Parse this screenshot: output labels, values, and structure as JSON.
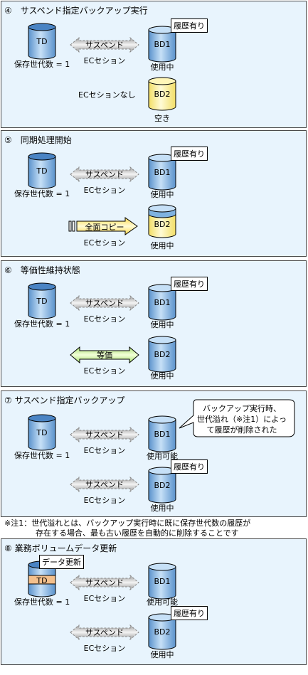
{
  "panels": [
    {
      "title": "④　サスペンド指定バックアップ実行",
      "td": {
        "label": "TD",
        "gen": "保存世代数 = 1"
      },
      "arrow1": {
        "text": "サスペンド",
        "sub": "ECセション"
      },
      "bd1": {
        "label": "BD1",
        "status": "使用中",
        "callout": "履歴有り"
      },
      "mid_text": "ECセションなし",
      "bd2": {
        "label": "BD2",
        "status": "空き"
      }
    },
    {
      "title": "⑤　同期処理開始",
      "td": {
        "label": "TD",
        "gen": "保存世代数 = 1"
      },
      "arrow1": {
        "text": "サスペンド",
        "sub": "ECセション"
      },
      "bd1": {
        "label": "BD1",
        "status": "使用中",
        "callout": "履歴有り"
      },
      "arrow2": {
        "text": "全面コピー",
        "sub": "ECセション"
      },
      "bd2": {
        "label": "BD2",
        "status": "使用中"
      }
    },
    {
      "title": "⑥　等価性維持状態",
      "td": {
        "label": "TD",
        "gen": "保存世代数 = 1"
      },
      "arrow1": {
        "text": "サスペンド",
        "sub": "ECセション"
      },
      "bd1": {
        "label": "BD1",
        "status": "使用中",
        "callout": "履歴有り"
      },
      "arrow2": {
        "text": "等価",
        "sub": "ECセション"
      },
      "bd2": {
        "label": "BD2",
        "status": "使用中"
      }
    },
    {
      "title": "⑦ サスペンド指定バックアップ",
      "td": {
        "label": "TD",
        "gen": "保存世代数 = 1"
      },
      "arrow1": {
        "text": "サスペンド",
        "sub": "ECセション"
      },
      "bd1": {
        "label": "BD1",
        "status": "使用可能"
      },
      "bubble": [
        "バックアップ実行時、",
        "世代溢れ（※注1）によっ",
        "て履歴が削除された"
      ],
      "arrow2": {
        "text": "サスペンド",
        "sub": "ECセション"
      },
      "bd2": {
        "label": "BD2",
        "status": "使用中",
        "callout": "履歴有り"
      }
    },
    {
      "title": "⑧ 業務ボリュームデータ更新",
      "td": {
        "label": "TD",
        "gen": "保存世代数 = 1",
        "callout": "データ更新"
      },
      "arrow1": {
        "text": "サスペンド",
        "sub": "ECセション"
      },
      "bd1": {
        "label": "BD1",
        "status": "使用可能"
      },
      "arrow2": {
        "text": "サスペンド",
        "sub": "ECセション"
      },
      "bd2": {
        "label": "BD2",
        "status": "使用中",
        "callout": "履歴有り"
      }
    }
  ],
  "note": [
    "※注1：世代溢れとは、バックアップ実行時に既に保存世代数の履歴が",
    "　　　　存在する場合、最も古い履歴を自動的に削除することです"
  ],
  "colors": {
    "panel": "#e8f4fd",
    "cyl_blue": "#7fb2e0",
    "cyl_yellow": "#fff2a0",
    "cyl_orange": "#f4c08c",
    "arrow_green": "#ccf09c",
    "arrow_yellow": "#fff099"
  }
}
